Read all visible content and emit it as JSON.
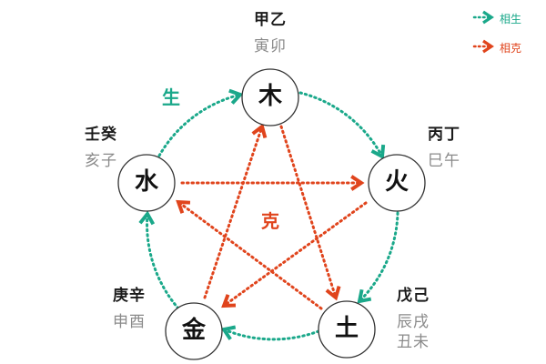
{
  "legend": {
    "generate": {
      "label": "相生",
      "color": "#1aa88a"
    },
    "overcome": {
      "label": "相克",
      "color": "#e0441c"
    }
  },
  "labels": {
    "generate_title": "生",
    "overcome_title": "克"
  },
  "elements": {
    "wood": {
      "char": "木",
      "stems": "甲乙",
      "branches": "寅卯"
    },
    "fire": {
      "char": "火",
      "stems": "丙丁",
      "branches": "巳午"
    },
    "earth": {
      "char": "土",
      "stems": "戊己",
      "branches_line1": "辰戌",
      "branches_line2": "丑未"
    },
    "metal": {
      "char": "金",
      "stems": "庚辛",
      "branches": "申酉"
    },
    "water": {
      "char": "水",
      "stems": "壬癸",
      "branches": "亥子"
    }
  },
  "colors": {
    "generate": "#1aa88a",
    "overcome": "#e0441c",
    "circle_stroke": "#333333"
  }
}
